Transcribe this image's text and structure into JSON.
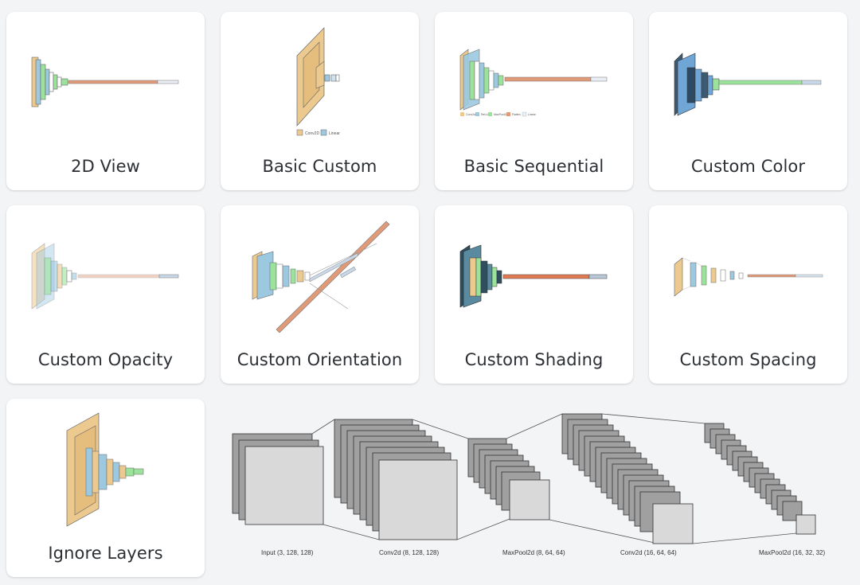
{
  "gallery": {
    "cards": [
      {
        "label": "2D View"
      },
      {
        "label": "Basic Custom",
        "legend": [
          "Conv2D",
          "Linear"
        ]
      },
      {
        "label": "Basic Sequential",
        "legend": [
          "Conv2d",
          "ReLU",
          "MaxPool2d",
          "Flatten",
          "Linear"
        ]
      },
      {
        "label": "Custom Color"
      },
      {
        "label": "Custom Opacity"
      },
      {
        "label": "Custom Orientation"
      },
      {
        "label": "Custom Shading"
      },
      {
        "label": "Custom Spacing"
      },
      {
        "label": "Ignore Layers"
      }
    ],
    "wide_diagram": {
      "labels": [
        "Input (3, 128, 128)",
        "Conv2d (8, 128, 128)",
        "MaxPool2d (8, 64, 64)",
        "Conv2d (16, 64, 64)",
        "MaxPool2d (16, 32, 32)"
      ]
    }
  },
  "colors": {
    "beige": "#ecc98e",
    "blue": "#9cc9e0",
    "green": "#9be39b",
    "salmon": "#e09a78",
    "gray_block": "#d9d9d9"
  }
}
